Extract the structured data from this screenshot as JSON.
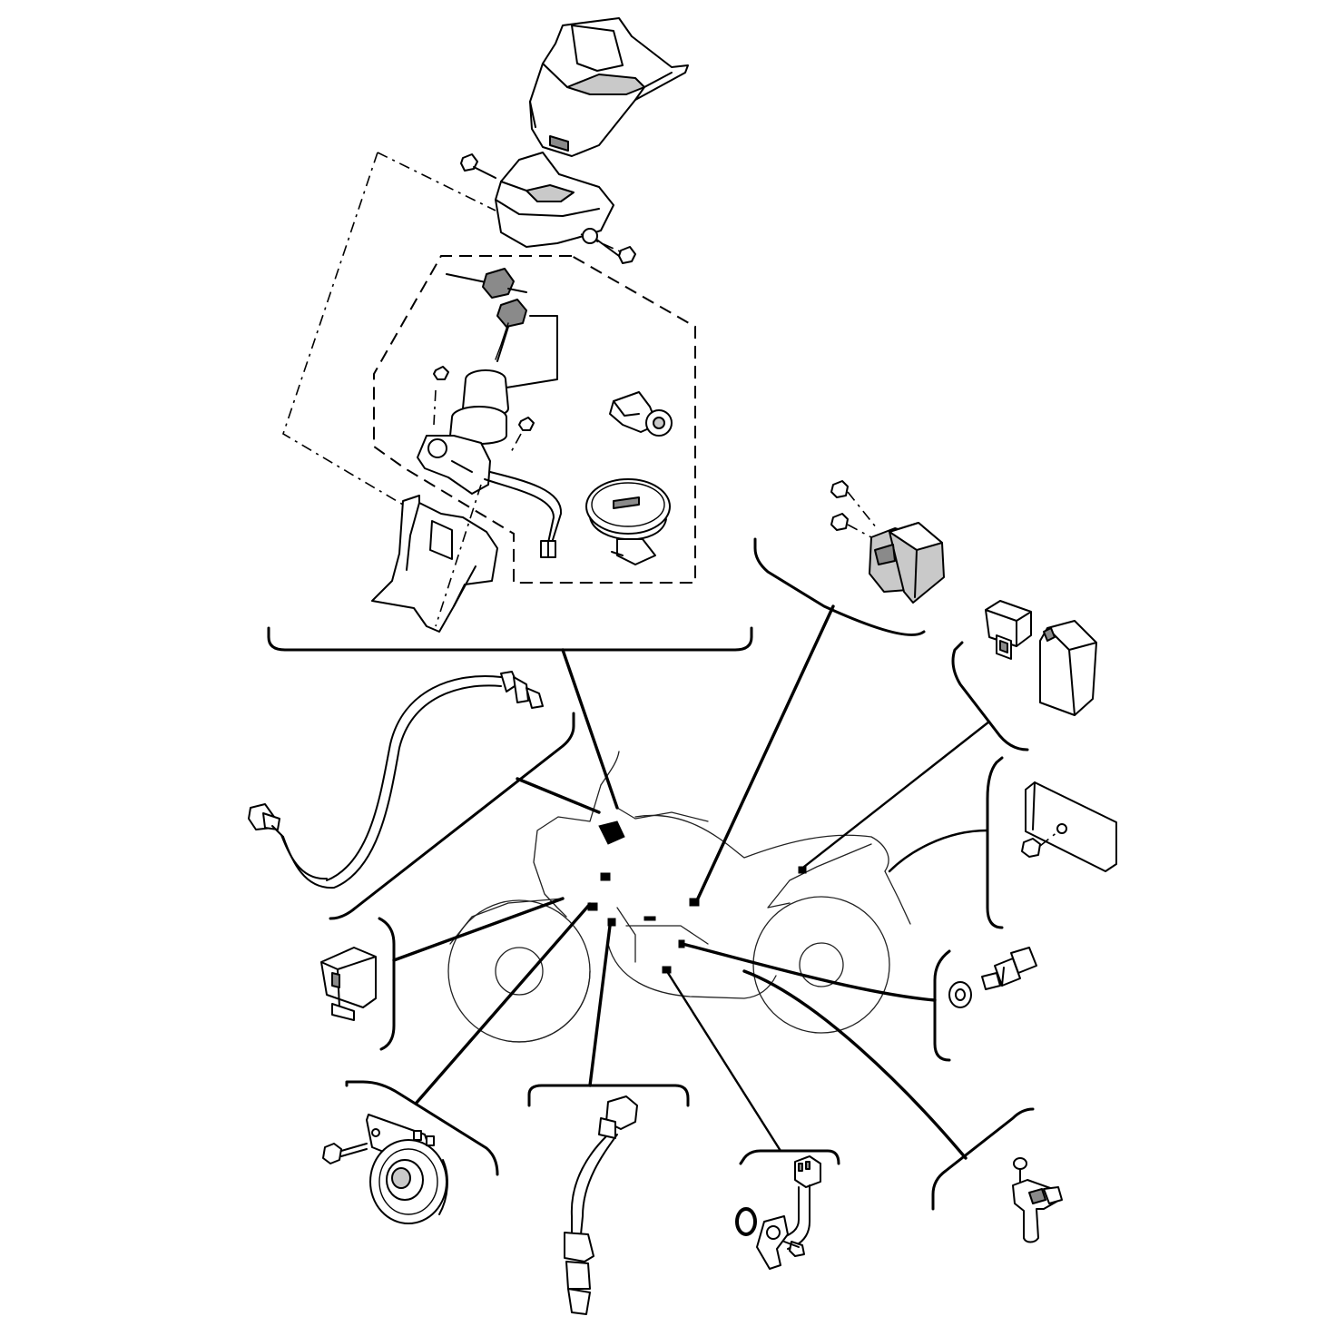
{
  "diagram": {
    "kind": "exploded-parts-diagram",
    "parts": [
      {
        "id": "main-switch-cover",
        "icon": "handle-cover-icon"
      },
      {
        "id": "main-switch-immobilizer",
        "icon": "ignition-lock-icon"
      },
      {
        "id": "fuel-cap-lock",
        "icon": "fuel-cap-icon"
      },
      {
        "id": "relay-unit",
        "icon": "relay-icon"
      },
      {
        "id": "flasher-relay",
        "icon": "relay-pair-icon"
      },
      {
        "id": "reflector",
        "icon": "reflector-icon"
      },
      {
        "id": "thermo-unit",
        "icon": "temperature-sensor-icon"
      },
      {
        "id": "crank-sensor",
        "icon": "crank-sensor-icon"
      },
      {
        "id": "speed-sensor",
        "icon": "speed-sensor-icon"
      },
      {
        "id": "o2-sensor",
        "icon": "oxygen-sensor-icon"
      },
      {
        "id": "horn",
        "icon": "horn-icon"
      },
      {
        "id": "lean-angle-sensor",
        "icon": "sensor-box-icon"
      },
      {
        "id": "rear-brake-switch",
        "icon": "brake-switch-icon"
      }
    ]
  }
}
